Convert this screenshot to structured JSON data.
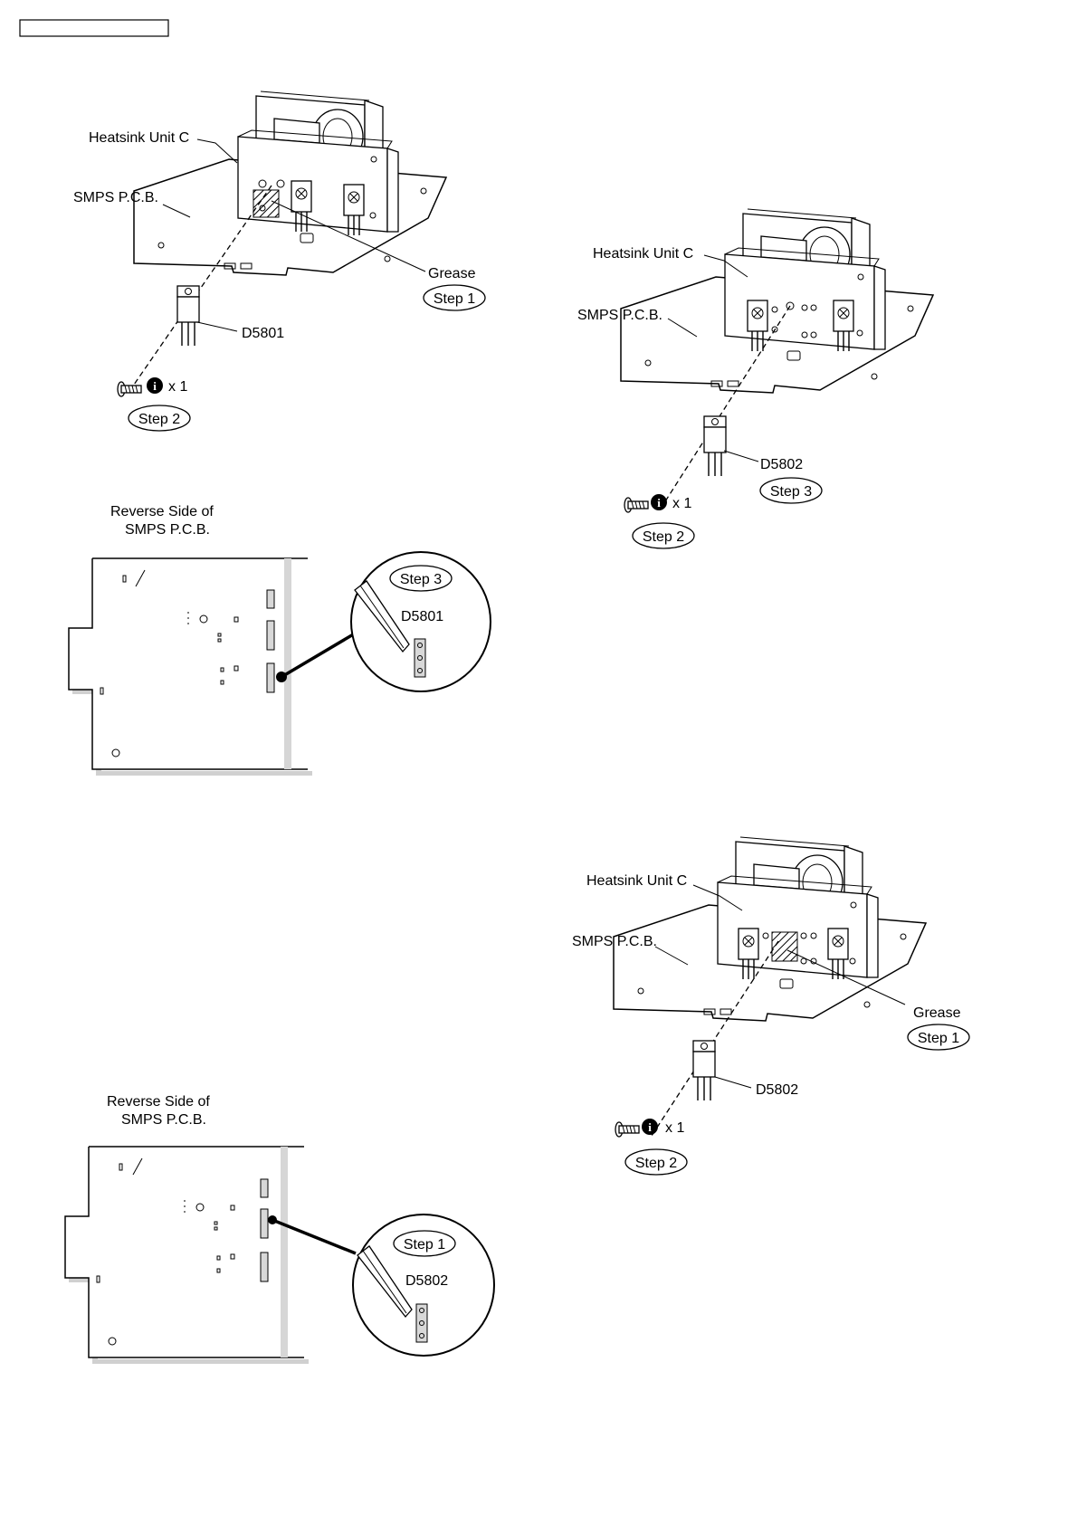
{
  "header_box": "",
  "panels": [
    {
      "id": "d5801-removal",
      "labels": {
        "heatsink": "Heatsink Unit C",
        "pcb": "SMPS P.C.B.",
        "grease": "Grease",
        "part": "D5801",
        "screw_count": "x 1"
      },
      "steps": [
        "Step 1",
        "Step 2"
      ]
    },
    {
      "id": "d5802-removal",
      "labels": {
        "heatsink": "Heatsink Unit C",
        "pcb": "SMPS P.C.B.",
        "part": "D5802",
        "screw_count": "x 1"
      },
      "steps": [
        "Step 3",
        "Step 2"
      ]
    },
    {
      "id": "d5801-reverse",
      "labels": {
        "title_line1": "Reverse Side of",
        "title_line2": "SMPS P.C.B.",
        "part": "D5801"
      },
      "steps": [
        "Step 3"
      ]
    },
    {
      "id": "d5802-install",
      "labels": {
        "heatsink": "Heatsink Unit C",
        "pcb": "SMPS P.C.B.",
        "grease": "Grease",
        "part": "D5802",
        "screw_count": "x 1"
      },
      "steps": [
        "Step 1",
        "Step 2"
      ]
    },
    {
      "id": "d5802-reverse",
      "labels": {
        "title_line1": "Reverse Side of",
        "title_line2": "SMPS P.C.B.",
        "part": "D5802"
      },
      "steps": [
        "Step 1"
      ]
    }
  ],
  "icons": {
    "screw": "screw-icon",
    "info_badge": "info-icon",
    "soldering_iron": "soldering-iron-icon"
  }
}
